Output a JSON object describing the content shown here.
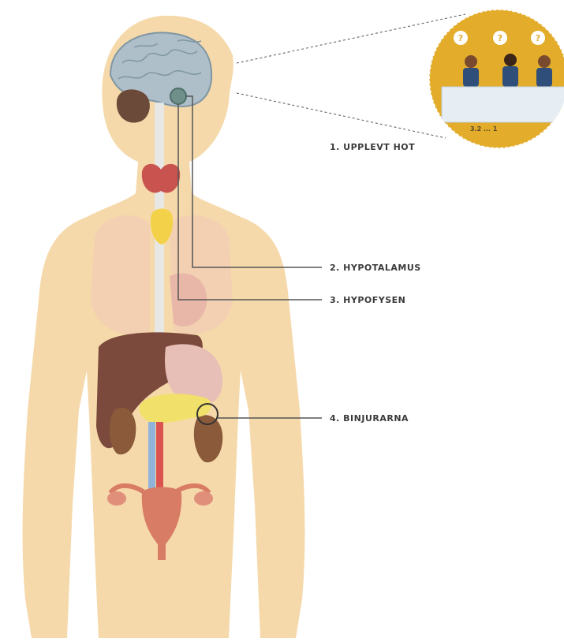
{
  "labels": {
    "perceived_threat": "1. UPPLEVT HOT",
    "hypothalamus": "2. HYPOTALAMUS",
    "pituitary": "3. HYPOFYSEN",
    "adrenals": "4. BINJURARNA"
  },
  "inset": {
    "question_mark": "?",
    "table_text": "3.2  ...  1"
  },
  "colors": {
    "skin": "#f5d9aa",
    "skin_outline": "#eccd98",
    "brain": "#aebfc9",
    "cerebellum": "#6b4a3a",
    "thyroid": "#c9534f",
    "thymus": "#f3d24a",
    "liver": "#7c4a3c",
    "stomach": "#e8bfb6",
    "pancreas": "#f1e06a",
    "kidney": "#8a5a3a",
    "aorta": "#d9534f",
    "vena_cava": "#8fb3d9",
    "uterus": "#d97c65",
    "inset_bg": "#e3ad2b",
    "leader_line": "#555555"
  }
}
